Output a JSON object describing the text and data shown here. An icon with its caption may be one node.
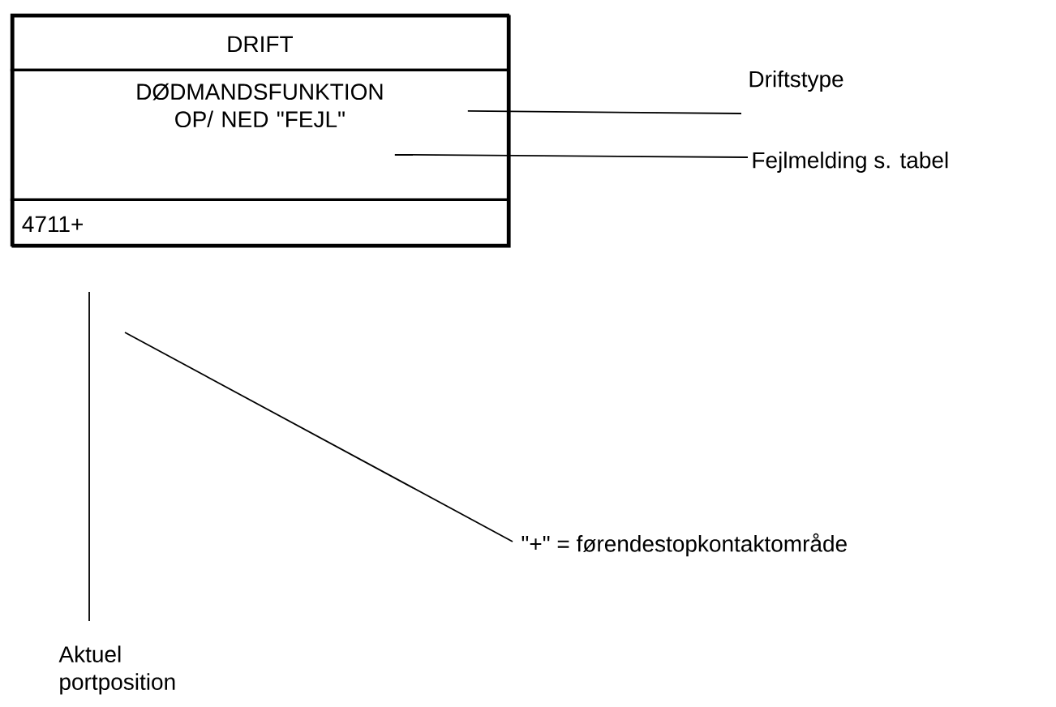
{
  "diagram": {
    "nodes": [
      {
        "text": [],
        "shape": "box"
      },
      {
        "text": [
          "DRIFT"
        ],
        "in": 0
      },
      {
        "text": [
          "DØDMANDSFUNKTION OP/ NED \"FEJL\""
        ],
        "in": 0
      },
      {
        "text": [
          "4711+"
        ],
        "in": 0
      },
      {
        "text": [
          "Driftstype"
        ]
      },
      {
        "text": [
          "Fejlmelding s. tabel"
        ]
      },
      {
        "text": [
          "\"+\" = førendestopkontaktområde"
        ]
      },
      {
        "text": [
          "Aktuel portposition"
        ]
      }
    ],
    "edges": [
      {
        "from": 4,
        "to": 2,
        "arrow": "none"
      },
      {
        "from": 5,
        "to": 2,
        "arrow": "none"
      },
      {
        "from": 6,
        "to": null,
        "arrow": "none"
      },
      {
        "from": 7,
        "to": null,
        "arrow": "none"
      }
    ]
  }
}
